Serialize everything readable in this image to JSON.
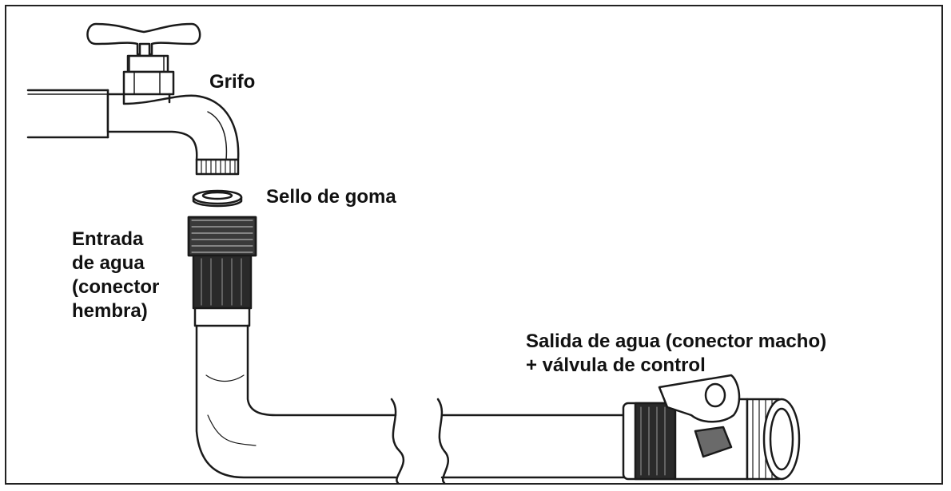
{
  "labels": {
    "faucet": "Grifo",
    "seal": "Sello de goma",
    "inlet": [
      "Entrada",
      "de agua",
      "(conector",
      "hembra)"
    ],
    "outlet": [
      "Salida de agua (conector macho)",
      "+ válvula de control"
    ]
  },
  "colors": {
    "line": "#1a1a1a",
    "dark_fill": "#2a2a2a",
    "light_fill": "#ffffff",
    "mid_fill": "#6a6a6a"
  }
}
